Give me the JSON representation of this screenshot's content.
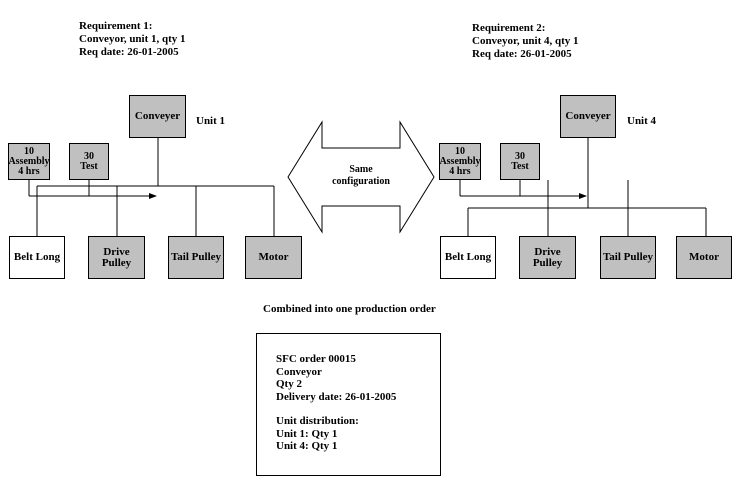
{
  "requirements": {
    "left": {
      "line1": "Requirement 1:",
      "line2": "Conveyor, unit 1, qty 1",
      "line3": "Req date: 26-01-2005"
    },
    "right": {
      "line1": "Requirement 2:",
      "line2": "Conveyor, unit 4, qty 1",
      "line3": "Req date: 26-01-2005"
    }
  },
  "structures": {
    "left": {
      "top_item": "Conveyer",
      "unit_label": "Unit 1",
      "op1": {
        "line1": "10",
        "line2": "Assembly",
        "line3": "4 hrs"
      },
      "op2": {
        "line1": "30",
        "line2": "Test"
      },
      "components": [
        "Belt Long",
        "Drive Pulley",
        "Tail Pulley",
        "Motor"
      ]
    },
    "right": {
      "top_item": "Conveyer",
      "unit_label": "Unit 4",
      "op1": {
        "line1": "10",
        "line2": "Assembly",
        "line3": "4 hrs"
      },
      "op2": {
        "line1": "30",
        "line2": "Test"
      },
      "components": [
        "Belt Long",
        "Drive Pulley",
        "Tail Pulley",
        "Motor"
      ]
    }
  },
  "middle_arrow": {
    "line1": "Same",
    "line2": "configuration"
  },
  "combined_caption": "Combined into one production order",
  "order": {
    "line1": "SFC order 00015",
    "line2": "Conveyor",
    "line3": "Qty 2",
    "line4": "Delivery date: 26-01-2005",
    "distribution_title": "Unit distribution:",
    "dist1": "Unit 1: Qty 1",
    "dist2": "Unit 4: Qty 1"
  },
  "colors": {
    "grey_box": "#c0c0c0",
    "white_box": "#ffffff",
    "line": "#000000"
  }
}
